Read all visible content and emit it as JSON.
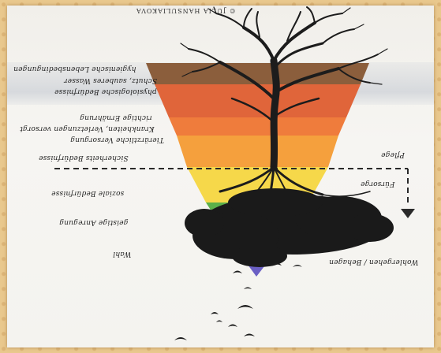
{
  "credit": "© JULIA HANSULIAKOVÁ",
  "pyramid_labels": {
    "physio": "physiologische Bedürfnisse",
    "water": "Schutz, sauberes Wasser",
    "hygiene": "hygienische Lebensbedingungen",
    "vet": "Tierärztliche Versorgung",
    "injury": "Krankheiten, Verletzungen versorgt",
    "food": "richtige Ernährung",
    "safety": "Sicherheits Bedürfnisse",
    "social": "soziale Bedürfnisse",
    "mental": "geistige Anregung",
    "choice": "Wahl"
  },
  "side_labels": {
    "pflege": "Pflege",
    "fursorge": "Fürsorge",
    "wellbeing": "Wohlergehen / Behagen"
  },
  "colors": {
    "brown": "#8b5e3c",
    "orange_dark": "#e0653a",
    "orange_mid": "#ef7c3c",
    "orange": "#f5a03d",
    "yellow": "#f6d84a",
    "green": "#5bb04a",
    "purple": "#6a5fc4",
    "tree": "#1c1c1c"
  }
}
